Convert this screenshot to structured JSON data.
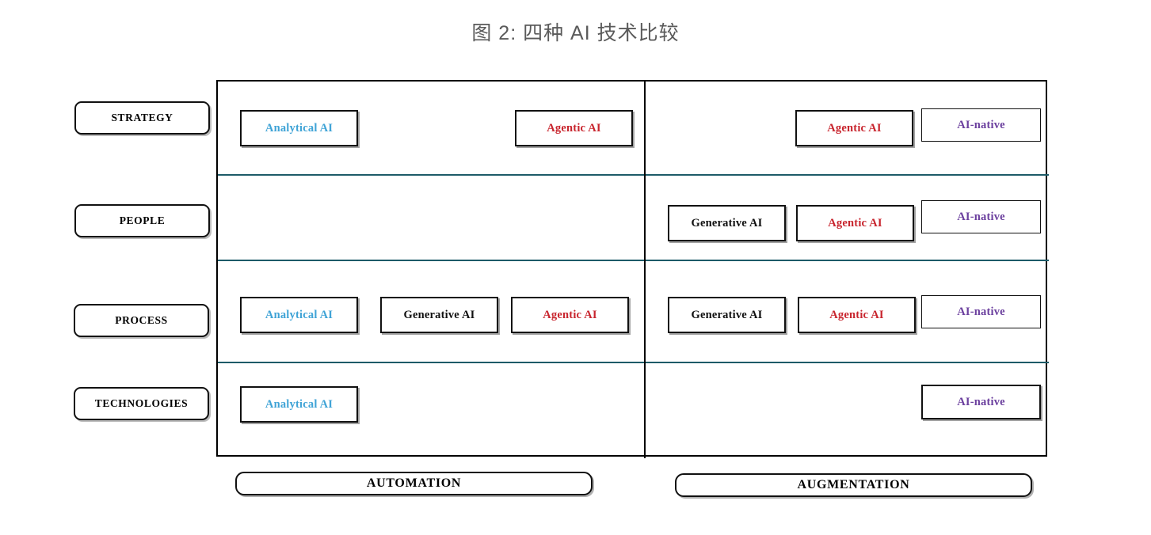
{
  "title": "图 2: 四种 AI 技术比较",
  "colors": {
    "analytical": "#3FA3D6",
    "generative": "#111111",
    "agentic": "#C8252E",
    "ai_native": "#6B3F9E",
    "frame": "#000000",
    "row_divider": "#1d5b68",
    "title": "#5a5a5a"
  },
  "rows": [
    {
      "label": "STRATEGY"
    },
    {
      "label": "PEOPLE"
    },
    {
      "label": "PROCESS"
    },
    {
      "label": "TECHNOLOGIES"
    }
  ],
  "columns": [
    {
      "label": "AUTOMATION"
    },
    {
      "label": "AUGMENTATION"
    }
  ],
  "techniques": {
    "analytical": "Analytical AI",
    "generative": "Generative AI",
    "agentic": "Agentic AI",
    "ai_native": "AI-native"
  },
  "cells": [
    {
      "row": "STRATEGY",
      "column": "AUTOMATION",
      "items": [
        {
          "label": "Analytical AI",
          "color": "#3FA3D6"
        },
        {
          "label": "Agentic AI",
          "color": "#C8252E"
        }
      ]
    },
    {
      "row": "STRATEGY",
      "column": "AUGMENTATION",
      "items": [
        {
          "label": "Agentic AI",
          "color": "#C8252E"
        },
        {
          "label": "AI-native",
          "color": "#6B3F9E"
        }
      ]
    },
    {
      "row": "PEOPLE",
      "column": "AUTOMATION",
      "items": []
    },
    {
      "row": "PEOPLE",
      "column": "AUGMENTATION",
      "items": [
        {
          "label": "Generative AI",
          "color": "#111111"
        },
        {
          "label": "Agentic AI",
          "color": "#C8252E"
        },
        {
          "label": "AI-native",
          "color": "#6B3F9E"
        }
      ]
    },
    {
      "row": "PROCESS",
      "column": "AUTOMATION",
      "items": [
        {
          "label": "Analytical AI",
          "color": "#3FA3D6"
        },
        {
          "label": "Generative AI",
          "color": "#111111"
        },
        {
          "label": "Agentic AI",
          "color": "#C8252E"
        }
      ]
    },
    {
      "row": "PROCESS",
      "column": "AUGMENTATION",
      "items": [
        {
          "label": "Generative AI",
          "color": "#111111"
        },
        {
          "label": "Agentic AI",
          "color": "#C8252E"
        },
        {
          "label": "AI-native",
          "color": "#6B3F9E"
        }
      ]
    },
    {
      "row": "TECHNOLOGIES",
      "column": "AUTOMATION",
      "items": [
        {
          "label": "Analytical AI",
          "color": "#3FA3D6"
        }
      ]
    },
    {
      "row": "TECHNOLOGIES",
      "column": "AUGMENTATION",
      "items": [
        {
          "label": "AI-native",
          "color": "#6B3F9E"
        }
      ]
    }
  ],
  "chips": {
    "r1c1a": "Analytical AI",
    "r1c1b": "Agentic AI",
    "r1c2a": "Agentic AI",
    "r1c2b": "AI-native",
    "r2c2a": "Generative AI",
    "r2c2b": "Agentic AI",
    "r2c2c": "AI-native",
    "r3c1a": "Analytical AI",
    "r3c1b": "Generative AI",
    "r3c1c": "Agentic AI",
    "r3c2a": "Generative AI",
    "r3c2b": "Agentic AI",
    "r3c2c": "AI-native",
    "r4c1a": "Analytical AI",
    "r4c2a": "AI-native"
  }
}
